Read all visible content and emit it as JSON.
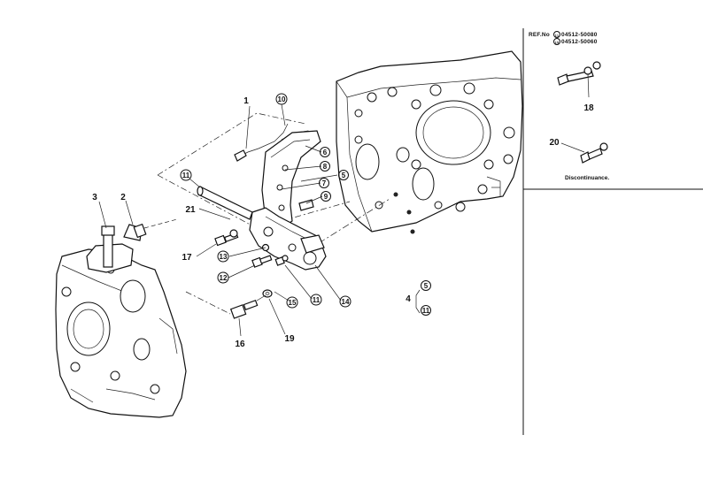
{
  "diagram": {
    "callouts": [
      {
        "id": "c1",
        "label": "1",
        "circled": false
      },
      {
        "id": "c2",
        "label": "2",
        "circled": false
      },
      {
        "id": "c3",
        "label": "3",
        "circled": false
      },
      {
        "id": "c4",
        "label": "4",
        "circled": false
      },
      {
        "id": "c5",
        "label": "5",
        "circled": true
      },
      {
        "id": "c5b",
        "label": "5",
        "circled": true
      },
      {
        "id": "c6",
        "label": "6",
        "circled": true
      },
      {
        "id": "c7",
        "label": "7",
        "circled": true
      },
      {
        "id": "c8",
        "label": "8",
        "circled": true
      },
      {
        "id": "c9",
        "label": "9",
        "circled": true
      },
      {
        "id": "c10",
        "label": "10",
        "circled": true
      },
      {
        "id": "c11",
        "label": "11",
        "circled": true
      },
      {
        "id": "c11b",
        "label": "11",
        "circled": true
      },
      {
        "id": "c11c",
        "label": "11",
        "circled": true
      },
      {
        "id": "c12",
        "label": "12",
        "circled": true
      },
      {
        "id": "c13",
        "label": "13",
        "circled": true
      },
      {
        "id": "c14",
        "label": "14",
        "circled": true
      },
      {
        "id": "c15",
        "label": "15",
        "circled": true
      },
      {
        "id": "c16",
        "label": "16",
        "circled": false
      },
      {
        "id": "c17",
        "label": "17",
        "circled": false
      },
      {
        "id": "c18",
        "label": "18",
        "circled": false
      },
      {
        "id": "c19",
        "label": "19",
        "circled": false
      },
      {
        "id": "c20",
        "label": "20",
        "circled": false
      },
      {
        "id": "c21",
        "label": "21",
        "circled": false
      }
    ]
  },
  "side_panel": {
    "ref_prefix": "REF.No",
    "ref_line_1": "04512-50080",
    "ref_line_1_marker": "11",
    "ref_line_2": "04512-50060",
    "ref_line_2_marker": "15",
    "discontinuance": "Discontinuance."
  }
}
